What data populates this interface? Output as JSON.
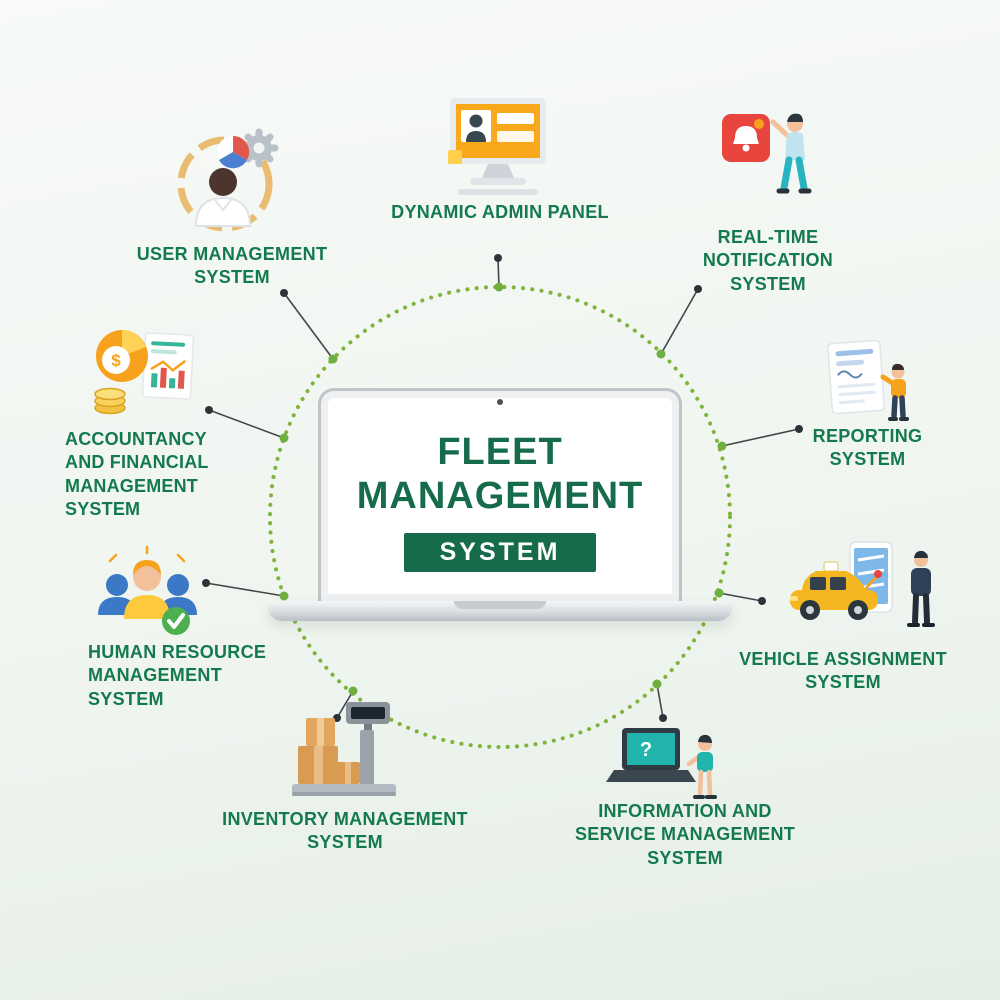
{
  "title": "Fleet Management System Infographic",
  "theme": {
    "green-dark": "#156b4a",
    "green-label": "#147a4e",
    "circle-green": "#7fb43c",
    "dot-green": "#6faf3f",
    "dot-dark": "#2f3338",
    "line-color": "#41464b",
    "bg-top": "#f7faf7",
    "bg-bottom": "#e4eee6"
  },
  "center": {
    "title_line1": "FLEET",
    "title_line2": "MANAGEMENT",
    "banner": "SYSTEM"
  },
  "nodes": [
    {
      "id": "user-management",
      "label": "USER MANAGEMENT SYSTEM",
      "icon": "user-gear-pie-icon"
    },
    {
      "id": "dynamic-admin-panel",
      "label": "DYNAMIC ADMIN PANEL",
      "icon": "admin-dashboard-monitor-icon"
    },
    {
      "id": "real-time-notification",
      "label": "REAL-TIME NOTIFICATION SYSTEM",
      "icon": "notification-bell-person-icon"
    },
    {
      "id": "reporting",
      "label": "REPORTING SYSTEM",
      "icon": "report-document-person-icon"
    },
    {
      "id": "vehicle-assignment",
      "label": "VEHICLE ASSIGNMENT SYSTEM",
      "icon": "taxi-map-phone-icon"
    },
    {
      "id": "information-service",
      "label": "INFORMATION AND SERVICE MANAGEMENT SYSTEM",
      "icon": "laptop-support-person-icon",
      "screen_glyph": "?"
    },
    {
      "id": "inventory-management",
      "label": "INVENTORY MANAGEMENT SYSTEM",
      "icon": "warehouse-scale-boxes-icon"
    },
    {
      "id": "human-resource",
      "label": "HUMAN RESOURCE MANAGEMENT SYSTEM",
      "icon": "people-team-check-icon"
    },
    {
      "id": "accountancy-financial",
      "label": "ACCOUNTANCY AND FINANCIAL MANAGEMENT SYSTEM",
      "icon": "coins-pie-chart-document-icon",
      "currency_symbol": "$"
    }
  ]
}
